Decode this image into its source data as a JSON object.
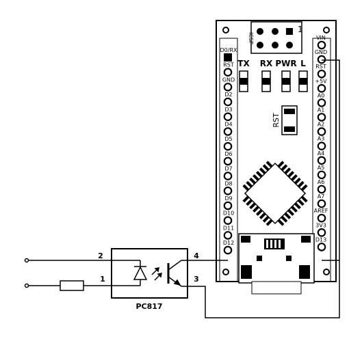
{
  "board": {
    "left_pins": [
      "D0/RX",
      "RST",
      "GND",
      "D2",
      "D3",
      "D4",
      "D5",
      "D6",
      "D7",
      "D8",
      "D9",
      "D10",
      "D11",
      "D12"
    ],
    "right_pins": [
      "VIN",
      "GND",
      "RST",
      "+5V",
      "A0",
      "A1",
      "A2",
      "A3",
      "A4",
      "A5",
      "A6",
      "A7",
      "AREF",
      "3V3",
      "D13"
    ],
    "icsp_label": "ICSP",
    "icsp_pin1": "1",
    "leds": [
      "TX",
      "RX",
      "PWR",
      "L"
    ],
    "reset_label": "RST"
  },
  "optocoupler": {
    "part": "PC817",
    "pins": [
      "1",
      "2",
      "3",
      "4"
    ]
  }
}
